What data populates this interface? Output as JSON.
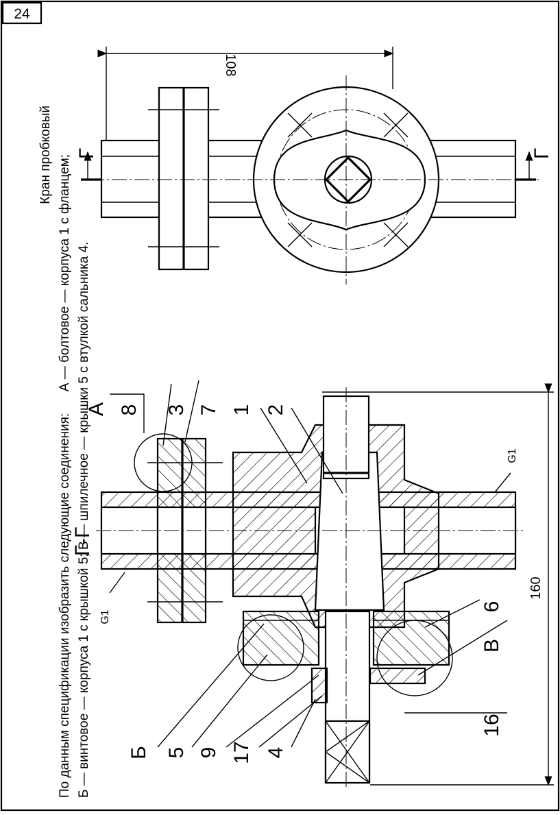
{
  "page_number": "24",
  "title": "Кран пробковый",
  "task_text": {
    "line1": "По данным спецификации изобразить следующие соединения:      А — болтовое — корпуса 1 с фланцем;",
    "line2": "Б — винтовое — корпуса 1 с крышкой 5; В — шпилечное — крышки 5 с втулкой сальника 4."
  },
  "section": {
    "name": "Г-Г",
    "dim_length": "160",
    "thread_left": "G1",
    "thread_right": "G1",
    "joint_a": "А",
    "joint_b": "Б",
    "joint_v": "В",
    "callouts_top": [
      "8",
      "3",
      "7",
      "1",
      "2"
    ],
    "callouts_right": [
      "6",
      "16"
    ],
    "callouts_left": [
      "5",
      "9",
      "17",
      "4"
    ]
  },
  "top_view": {
    "dim_width": "108",
    "cut_mark_top": "Г",
    "cut_mark_bottom": "Г"
  }
}
